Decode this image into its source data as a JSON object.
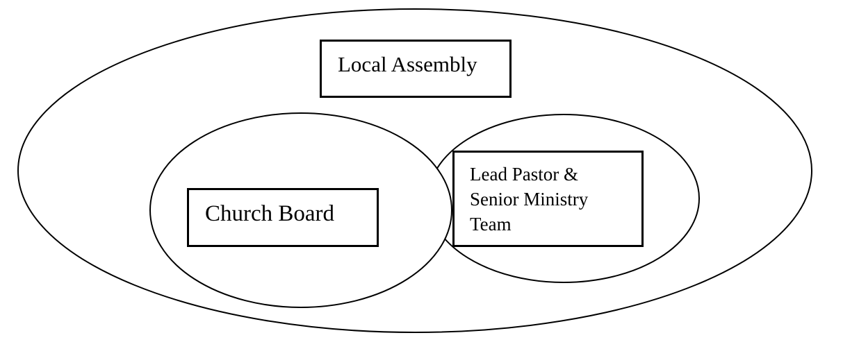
{
  "diagram": {
    "type": "nested-ellipse-organization-diagram",
    "stroke_color": "#000000",
    "background_color": "#ffffff",
    "nodes": {
      "local_assembly": {
        "label": "Local Assembly"
      },
      "church_board": {
        "label": "Church Board"
      },
      "lead_pastor_team": {
        "label_lines": [
          "Lead Pastor &",
          "Senior Ministry",
          "Team"
        ]
      }
    }
  }
}
